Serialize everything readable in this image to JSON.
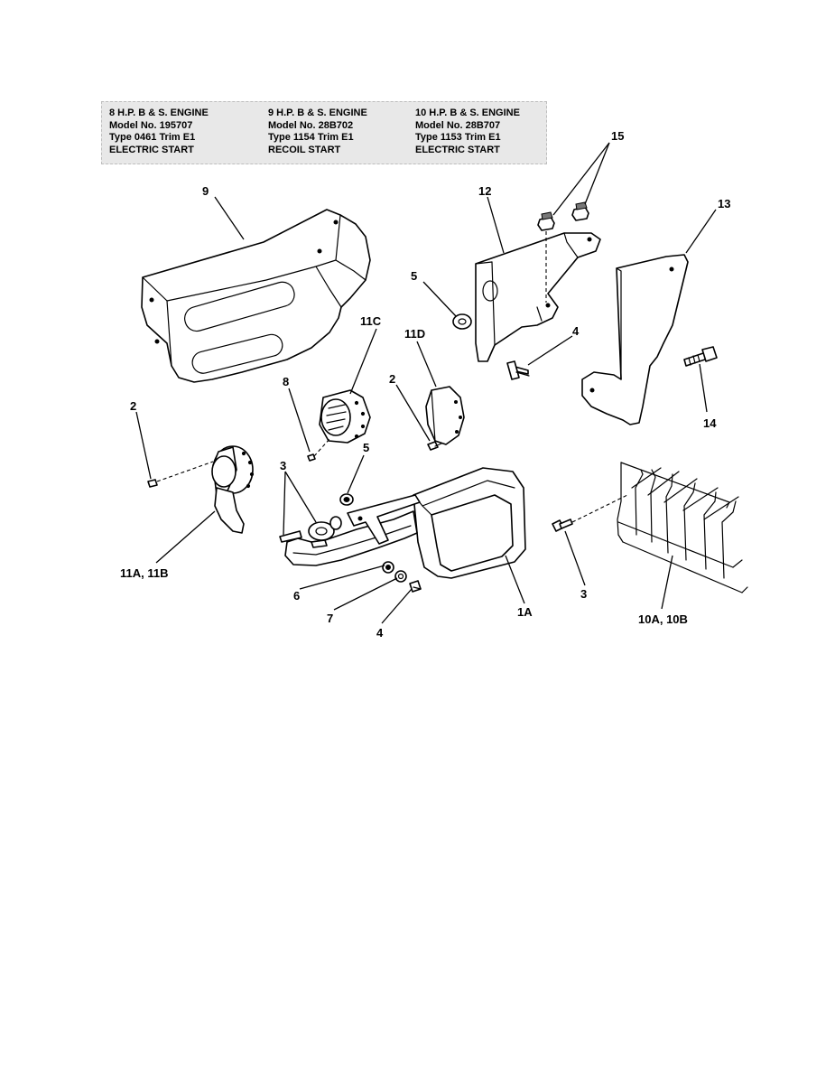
{
  "engines": [
    {
      "line1": "8 H.P. B & S. ENGINE",
      "line2": "Model No. 195707",
      "line3": "Type 0461 Trim E1",
      "line4": "ELECTRIC START"
    },
    {
      "line1": "9 H.P. B & S. ENGINE",
      "line2": "Model No. 28B702",
      "line3": "Type 1154 Trim E1",
      "line4": "RECOIL START"
    },
    {
      "line1": "10 H.P. B & S. ENGINE",
      "line2": "Model No. 28B707",
      "line3": "Type 1153 Trim E1",
      "line4": "ELECTRIC START"
    }
  ],
  "callouts": {
    "c9": "9",
    "c12": "12",
    "c15": "15",
    "c13": "13",
    "c5a": "5",
    "c4a": "4",
    "c11c": "11C",
    "c11d": "11D",
    "c8": "8",
    "c2a": "2",
    "c2b": "2",
    "c14": "14",
    "c3a": "3",
    "c5b": "5",
    "c11ab": "11A, 11B",
    "c6": "6",
    "c7": "7",
    "c4b": "4",
    "c1a": "1A",
    "c3b": "3",
    "c10": "10A, 10B"
  }
}
